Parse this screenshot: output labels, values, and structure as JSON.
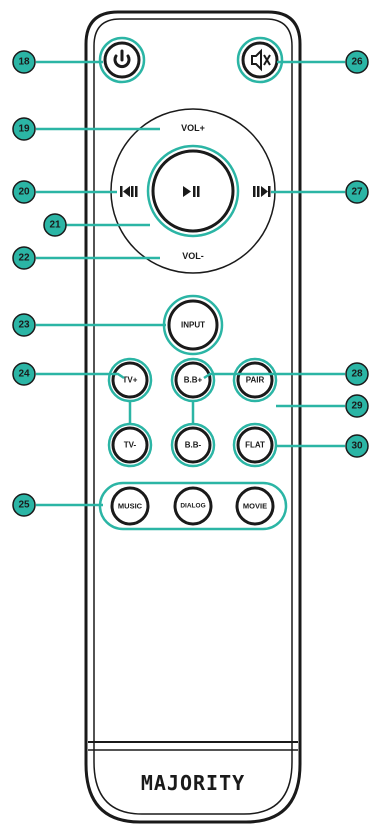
{
  "brand": "MAJORITY",
  "colors": {
    "accent": "#2bb5a5",
    "outline": "#1a1a1a"
  },
  "buttons": {
    "power": {
      "icon": "power-icon"
    },
    "mute": {
      "icon": "mute-speaker-icon"
    },
    "vol_up": "VOL+",
    "vol_down": "VOL-",
    "prev": {
      "icon": "previous-track-icon"
    },
    "next": {
      "icon": "next-track-icon"
    },
    "play_pause": {
      "icon": "play-pause-icon"
    },
    "input": "INPUT",
    "tv_up": "TV+",
    "tv_down": "TV-",
    "bass_up": "B.B+",
    "bass_down": "B.B-",
    "pair": "PAIR",
    "flat": "FLAT",
    "music": "MUSIC",
    "dialog": "DIALOG",
    "movie": "MOVIE"
  },
  "callouts": [
    "18",
    "19",
    "20",
    "21",
    "22",
    "23",
    "24",
    "25",
    "26",
    "27",
    "28",
    "29",
    "30"
  ]
}
